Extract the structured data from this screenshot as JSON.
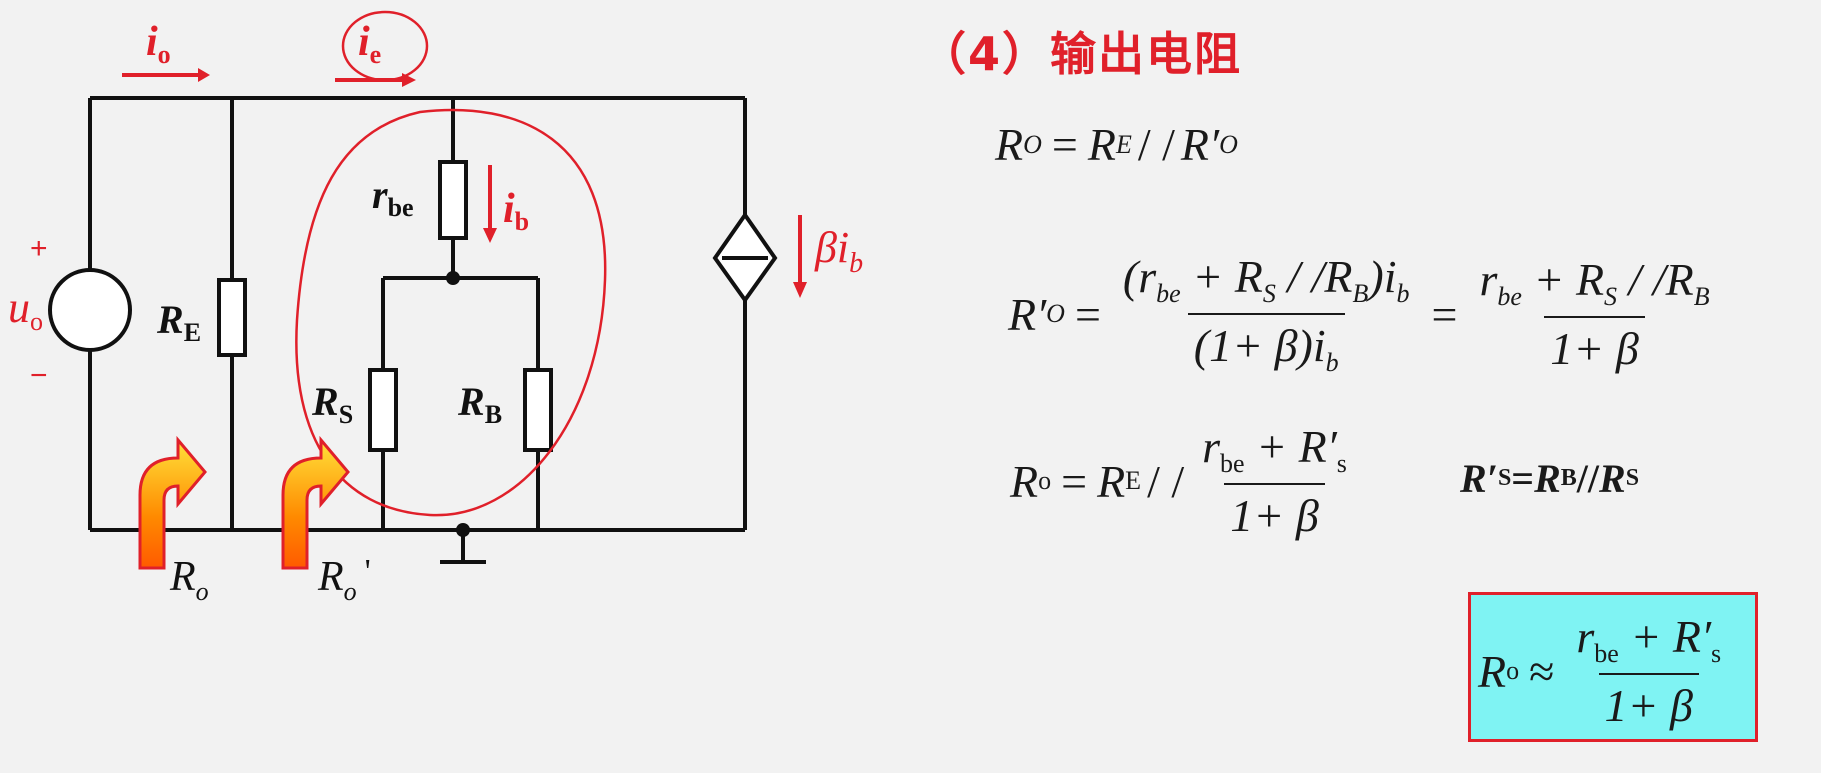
{
  "title": "（4）输出电阻",
  "circuit_labels": {
    "io": "i",
    "io_sub": "o",
    "ie": "i",
    "ie_sub": "e",
    "ib": "i",
    "ib_sub": "b",
    "rbe": "r",
    "rbe_sub": "be",
    "RE": "R",
    "RE_sub": "E",
    "RS": "R",
    "RS_sub": "S",
    "RB": "R",
    "RB_sub": "B",
    "uo": "u",
    "uo_sub": "o",
    "plus": "+",
    "minus": "−",
    "beta_ib": "βi",
    "beta_ib_sub": "b",
    "Ro": "R",
    "Ro_sub": "o",
    "Ro_prime": "R",
    "Ro_prime_sub": "o",
    "Ro_prime_mark": "'"
  },
  "equations": {
    "eq1": {
      "lhs": "R",
      "lhs_sub": "O",
      "eq": "=",
      "r1": "R",
      "r1_sub": "E",
      "par": "/ /",
      "r2": "R′",
      "r2_sub": "O"
    },
    "eq2": {
      "lhs": "R′",
      "lhs_sub": "O",
      "eq": "=",
      "num1": "(r",
      "num1_sub": "be",
      "num1_b": " + R",
      "num1_b_sub": "S",
      "num1_c": " / /R",
      "num1_c_sub": "B",
      "num1_d": ")i",
      "num1_d_sub": "b",
      "den1": "(1+ β)i",
      "den1_sub": "b",
      "eq2": "=",
      "num2": "r",
      "num2_sub": "be",
      "num2_b": " + R",
      "num2_b_sub": "S",
      "num2_c": " / /R",
      "num2_c_sub": "B",
      "den2": "1+ β"
    },
    "eq3": {
      "lhs": "R",
      "lhs_sub": "o",
      "eq": "=",
      "r1": "R",
      "r1_sub": "E",
      "par": "/ /",
      "num": "r",
      "num_sub": "be",
      "num_b": " + R′",
      "num_b_sub": "s",
      "den": "1+ β"
    },
    "eq4": {
      "lhs": "R′",
      "lhs_sub": "S",
      "eq": " = ",
      "r1": "R",
      "r1_sub": "B",
      "par": " // ",
      "r2": "R",
      "r2_sub": "S"
    },
    "eq5": {
      "lhs": "R",
      "lhs_sub": "o",
      "approx": "≈",
      "num": "r",
      "num_sub": "be",
      "num_b": " + R′",
      "num_b_sub": "s",
      "den": "1+ β"
    }
  },
  "colors": {
    "accent_red": "#e0202a",
    "box_fill": "#7ff3f3",
    "background": "#f2f2f2"
  },
  "icons": [
    "voltage-source-icon",
    "dependent-current-source-icon",
    "ground-icon",
    "resistor-icon",
    "curved-arrow-icon"
  ]
}
